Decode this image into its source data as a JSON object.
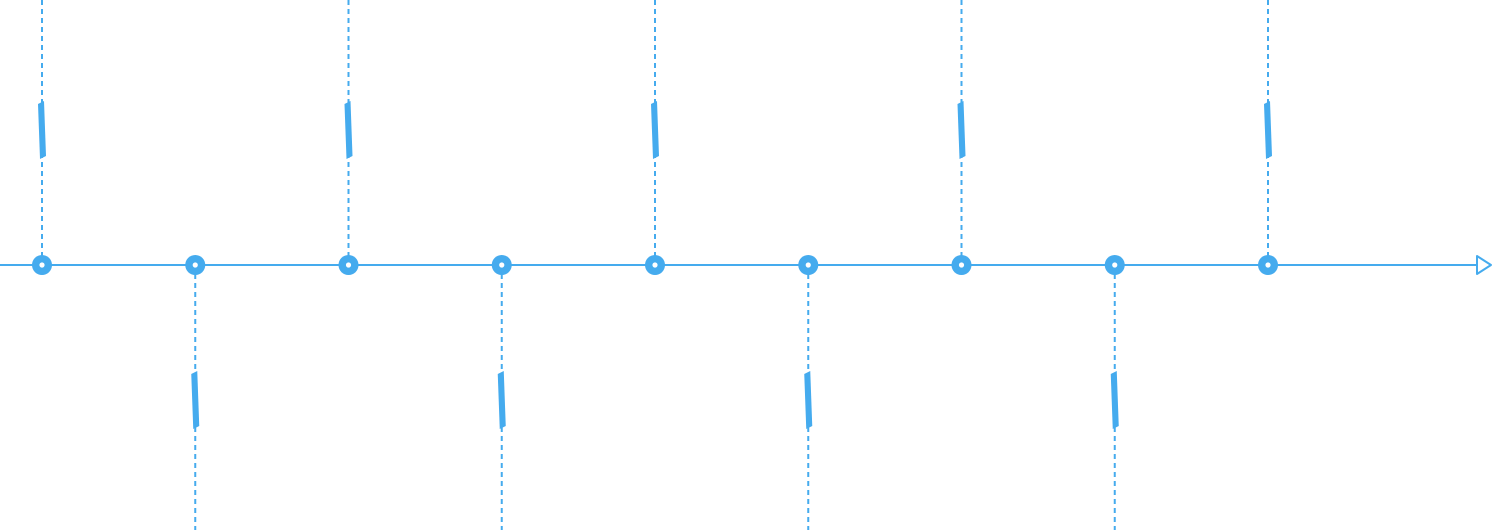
{
  "diagram": {
    "type": "timeline",
    "accent_color": "#45abee",
    "milestone_count": 9,
    "milestones": [
      {
        "side": "above"
      },
      {
        "side": "below"
      },
      {
        "side": "above"
      },
      {
        "side": "below"
      },
      {
        "side": "above"
      },
      {
        "side": "below"
      },
      {
        "side": "above"
      },
      {
        "side": "below"
      },
      {
        "side": "above"
      }
    ],
    "arrow_icon": "arrowhead-right-outline-icon"
  }
}
